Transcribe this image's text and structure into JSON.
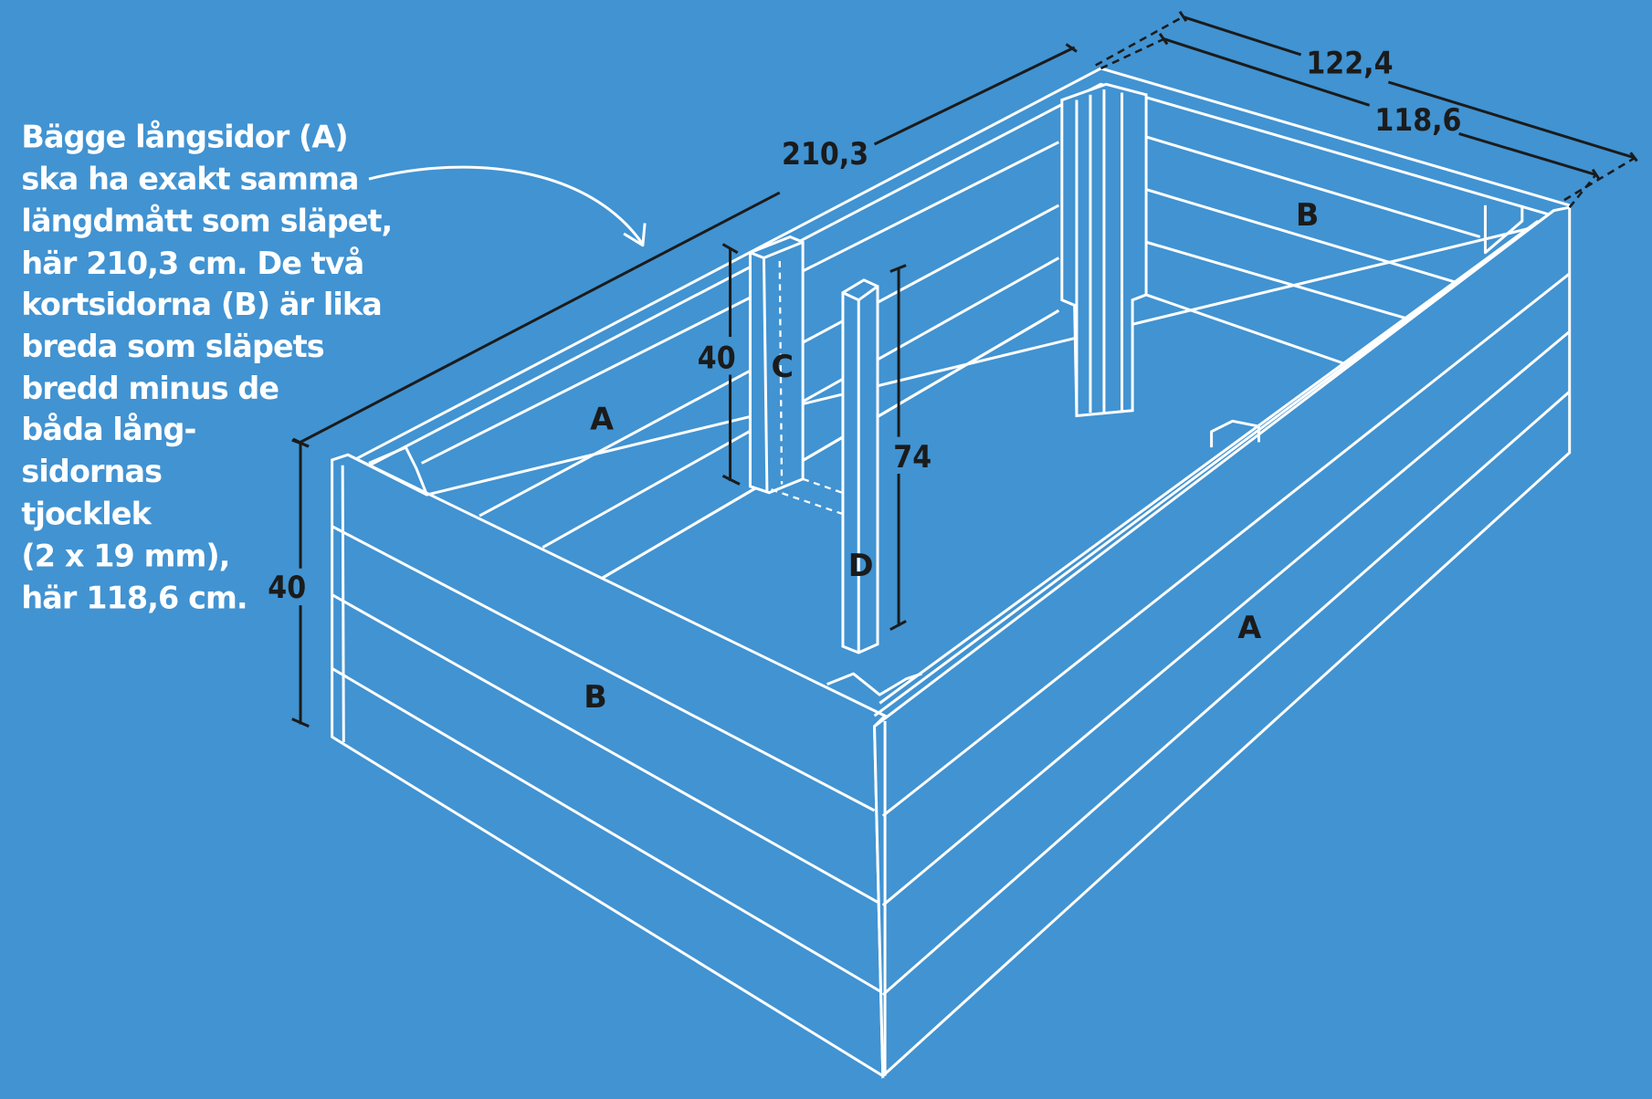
{
  "description": {
    "lines": [
      "Bägge långsidor (A)",
      "ska ha exakt samma",
      "längdmått som släpet,",
      "här 210,3 cm. De två",
      "kortsidorna (B) är lika",
      "breda som släpets",
      "bredd minus de",
      "båda lång-",
      "sidornas",
      "tjocklek",
      "(2 x 19 mm),",
      "här 118,6 cm."
    ]
  },
  "dimensions": {
    "length": "210,3",
    "outer_width": "122,4",
    "inner_width": "118,6",
    "height": "40",
    "post_c_height": "40",
    "post_d_height": "74"
  },
  "part_labels": {
    "a_back": "A",
    "a_front": "A",
    "b_back": "B",
    "b_front": "B",
    "c": "C",
    "d": "D"
  },
  "colors": {
    "background": "#4193d2",
    "lines": "#ffffff",
    "dimension": "#1b1b1b"
  }
}
